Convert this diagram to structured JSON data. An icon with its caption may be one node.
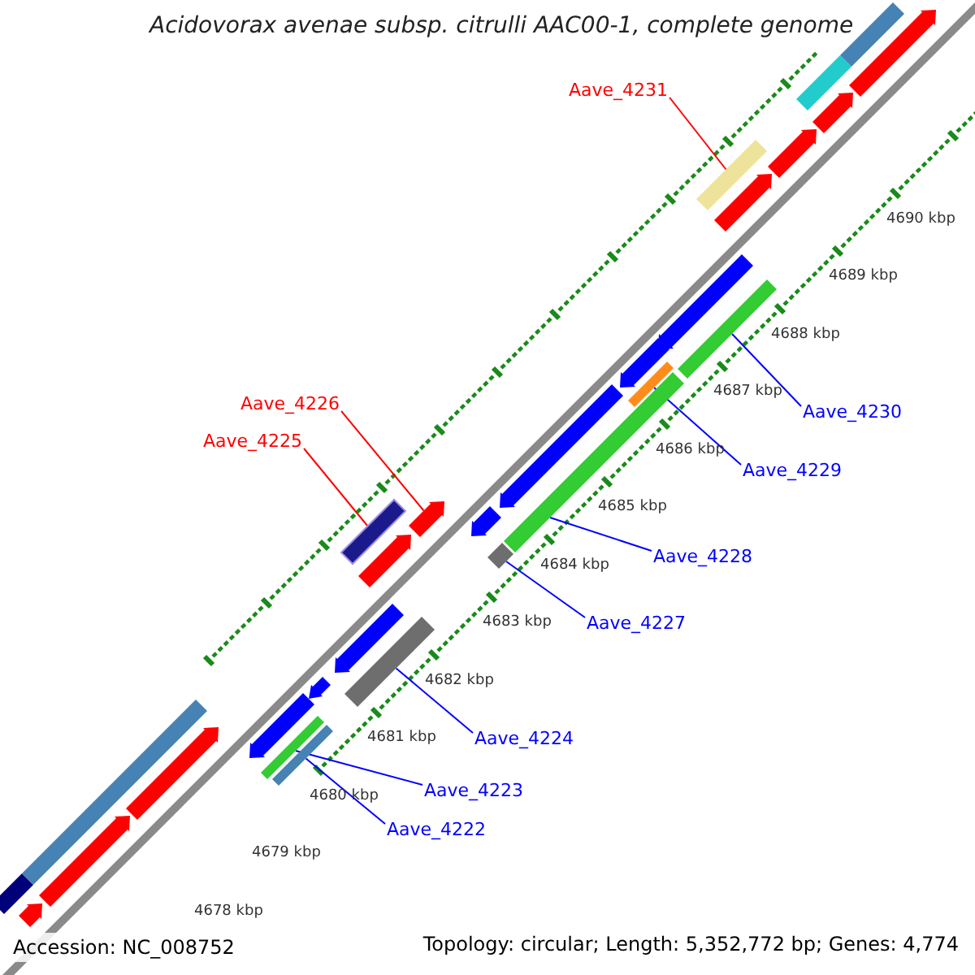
{
  "diagram": {
    "title": "Acidovorax avenae subsp. citrulli AAC00-1, complete genome",
    "nodes": [
      {
        "text": [
          "Aave_4231"
        ]
      },
      {
        "text": [
          "Aave_4226"
        ]
      },
      {
        "text": [
          "Aave_4230"
        ]
      },
      {
        "text": [
          "Aave_4225"
        ]
      },
      {
        "text": [
          "Aave_4229"
        ]
      },
      {
        "text": [
          "Aave_4228"
        ]
      },
      {
        "text": [
          "Aave_4227"
        ]
      },
      {
        "text": [
          "Aave_4224"
        ]
      },
      {
        "text": [
          "Aave_4223"
        ]
      },
      {
        "text": [
          "Aave_4222"
        ]
      },
      {
        "text": [],
        "shape": "bar"
      },
      {
        "text": [],
        "shape": "arrow"
      },
      {
        "text": [],
        "shape": "bar"
      },
      {
        "text": [],
        "shape": "bar"
      },
      {
        "text": [],
        "shape": "bar"
      },
      {
        "text": [],
        "shape": "bar"
      },
      {
        "text": [],
        "shape": "bar"
      },
      {
        "text": [],
        "shape": "bar"
      },
      {
        "text": [],
        "shape": "bar"
      },
      {
        "text": [],
        "shape": "bar"
      },
      {
        "text": [],
        "shape": "bar"
      },
      {
        "text": [],
        "shape": "arrow"
      },
      {
        "text": [],
        "shape": "bar"
      },
      {
        "text": [],
        "shape": "arrow"
      },
      {
        "text": [],
        "shape": "arrow"
      },
      {
        "text": [],
        "shape": "arrow"
      },
      {
        "text": [],
        "shape": "arrow"
      },
      {
        "text": [],
        "shape": "arrow"
      },
      {
        "text": [],
        "shape": "arrow"
      },
      {
        "text": [],
        "shape": "arrow"
      },
      {
        "text": [],
        "shape": "arrow"
      },
      {
        "text": [],
        "shape": "arrow"
      },
      {
        "text": [],
        "shape": "arrow"
      },
      {
        "text": [],
        "shape": "arrow"
      },
      {
        "text": [],
        "shape": "arrow"
      },
      {
        "text": [],
        "shape": "bar"
      },
      {
        "text": [],
        "shape": "arrow"
      },
      {
        "text": [],
        "shape": "bar"
      },
      {
        "text": [],
        "shape": "arrow"
      }
    ],
    "edges": [
      {
        "from": 0,
        "to": 10,
        "arrow": "none",
        "color": "#ff0000"
      },
      {
        "from": 1,
        "to": 11,
        "arrow": "none",
        "color": "#ff0000"
      },
      {
        "from": 2,
        "to": 12,
        "arrow": "none"
      },
      {
        "from": 3,
        "to": 13,
        "arrow": "none",
        "color": "#ff0000"
      },
      {
        "from": 4,
        "to": 14,
        "arrow": "none"
      },
      {
        "from": 5,
        "to": 15,
        "arrow": "none"
      },
      {
        "from": 6,
        "to": 16,
        "arrow": "none"
      },
      {
        "from": 7,
        "to": 17,
        "arrow": "none"
      },
      {
        "from": 8,
        "to": 18,
        "arrow": "none"
      },
      {
        "from": 9,
        "to": 19,
        "arrow": "none"
      }
    ],
    "labels": [
      "4690 kbp",
      "4689 kbp",
      "4688 kbp",
      "4687 kbp",
      "4686 kbp",
      "4685 kbp",
      "4684 kbp",
      "4683 kbp",
      "4682 kbp",
      "4681 kbp",
      "4680 kbp",
      "4679 kbp",
      "4678 kbp",
      "Accession: NC_008752",
      "Topology: circular; Length: 5,352,772 bp; Genes: 4,774"
    ]
  }
}
